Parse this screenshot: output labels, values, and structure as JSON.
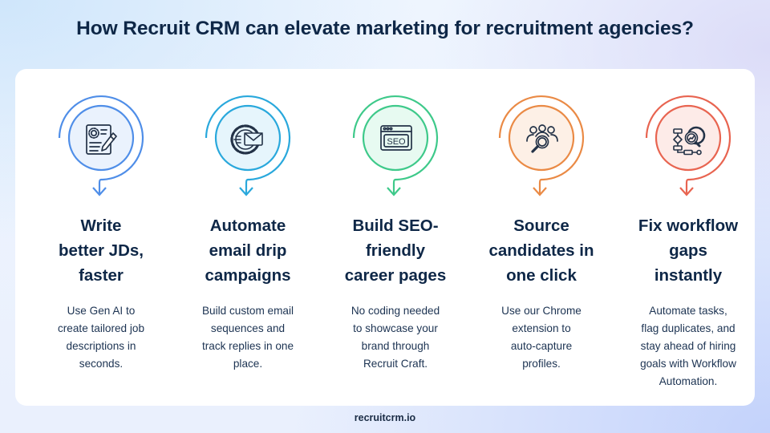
{
  "header": {
    "title": "How Recruit CRM can elevate marketing for recruitment agencies?"
  },
  "features": [
    {
      "icon": "job-description-edit-icon",
      "color": "#4f8ee8",
      "fill": "#eaf2fd",
      "title_lines": [
        "Write",
        "better JDs,",
        "faster"
      ],
      "desc_lines": [
        "Use Gen AI to",
        "create tailored job",
        "descriptions in",
        "seconds."
      ]
    },
    {
      "icon": "email-automation-gear-icon",
      "color": "#29a8dc",
      "fill": "#e6f5fc",
      "title_lines": [
        "Automate",
        "email drip",
        "campaigns"
      ],
      "desc_lines": [
        "Build custom email",
        "sequences and",
        "track replies in one",
        "place."
      ]
    },
    {
      "icon": "seo-browser-icon",
      "color": "#3ec98a",
      "fill": "#e7faf1",
      "title_lines": [
        "Build SEO-",
        "friendly",
        "career pages"
      ],
      "desc_lines": [
        "No coding needed",
        "to showcase your",
        "brand through",
        "Recruit Craft."
      ]
    },
    {
      "icon": "candidate-search-icon",
      "color": "#ea8a45",
      "fill": "#fdf0e6",
      "title_lines": [
        "Source",
        "candidates in",
        "one click"
      ],
      "desc_lines": [
        "Use our Chrome",
        "extension to",
        "auto-capture",
        "profiles."
      ]
    },
    {
      "icon": "workflow-analysis-icon",
      "color": "#e86450",
      "fill": "#fdebe8",
      "title_lines": [
        "Fix workflow",
        "gaps",
        "instantly"
      ],
      "desc_lines": [
        "Automate tasks,",
        "flag duplicates, and",
        "stay ahead of hiring",
        "goals with Workflow",
        "Automation."
      ]
    }
  ],
  "footer": {
    "text": "recruitcrm.io"
  }
}
